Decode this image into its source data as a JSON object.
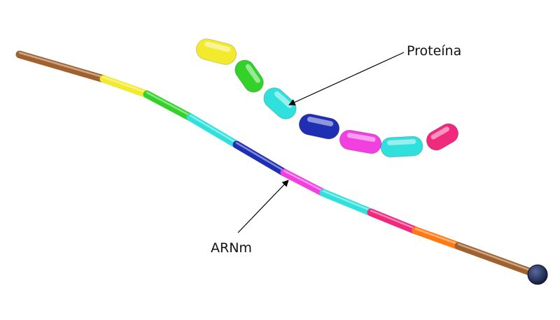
{
  "labels": {
    "protein": "Proteína",
    "mrna": "ARNm"
  },
  "colors": {
    "brown": "#a0612f",
    "yellow": "#f2ea2c",
    "green": "#33d12a",
    "cyan": "#2fe0dc",
    "blue": "#1e2fb4",
    "magenta": "#f23fe0",
    "pink": "#f0297d",
    "orange": "#ff7a12",
    "cap": "#1d2a56",
    "arrow": "#000000"
  },
  "mrna_segments": [
    "brown",
    "yellow",
    "green",
    "cyan",
    "blue",
    "magenta",
    "cyan",
    "pink",
    "orange",
    "brown"
  ],
  "protein_beads": [
    "yellow",
    "green",
    "cyan",
    "blue",
    "magenta",
    "cyan",
    "pink"
  ]
}
